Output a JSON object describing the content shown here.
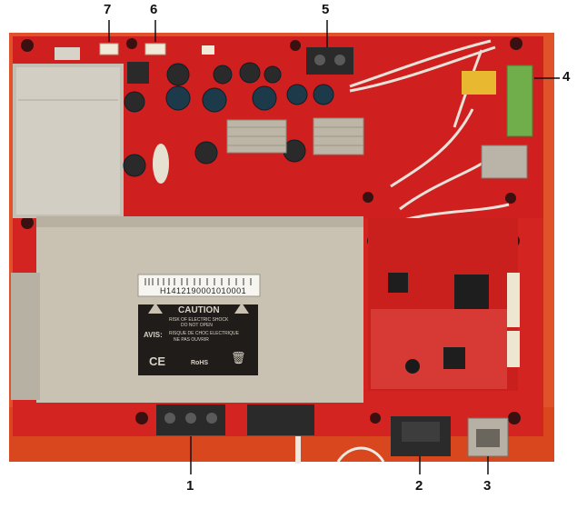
{
  "callouts": [
    {
      "id": "1",
      "label": "1"
    },
    {
      "id": "2",
      "label": "2"
    },
    {
      "id": "3",
      "label": "3"
    },
    {
      "id": "4",
      "label": "4"
    },
    {
      "id": "5",
      "label": "5"
    },
    {
      "id": "6",
      "label": "6"
    },
    {
      "id": "7",
      "label": "7"
    }
  ],
  "sticker": {
    "serial": "H1412190001010001"
  },
  "warning_plate": {
    "caution": "CAUTION",
    "line1": "RISK OF ELECTRIC SHOCK",
    "line2": "DO NOT OPEN",
    "avis_label": "AVIS:",
    "avis_line1": "RISQUE DE CHOC ELECTRIQUE",
    "avis_line2": "NE PAS OUVRIR",
    "ce": "CE",
    "rohs": "RoHS"
  },
  "colors": {
    "board_red": "#d42422",
    "board_dark": "#a51716",
    "background": "#e0532a",
    "metal": "#c9c2b2",
    "connector_green": "#6fae4a"
  }
}
